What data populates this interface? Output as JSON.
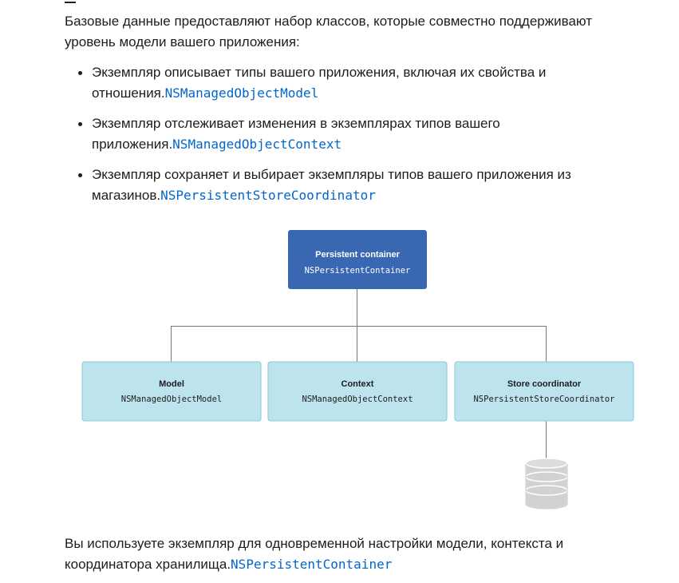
{
  "intro": "Базовые данные предоставляют набор классов, которые совместно поддерживают уровень модели вашего приложения:",
  "bullets": [
    {
      "text": "Экземпляр описывает типы вашего приложения, включая их свойства и отношения.",
      "code": "NSManagedObjectModel"
    },
    {
      "text": "Экземпляр отслеживает изменения в экземплярах типов вашего приложения.",
      "code": "NSManagedObjectContext"
    },
    {
      "text": "Экземпляр сохраняет и выбирает экземпляры типов вашего приложения из магазинов.",
      "code": "NSPersistentStoreCoordinator"
    }
  ],
  "diagram": {
    "root": {
      "title": "Persistent container",
      "code": "NSPersistentContainer",
      "color": "#3a67b2"
    },
    "children": [
      {
        "title": "Model",
        "code": "NSManagedObjectModel"
      },
      {
        "title": "Context",
        "code": "NSManagedObjectContext"
      },
      {
        "title": "Store coordinator",
        "code": "NSPersistentStoreCoordinator"
      }
    ],
    "child_fill": "#bde3ec",
    "child_stroke": "#86c8d8",
    "connector_color": "#777777",
    "database_icon": "database-icon"
  },
  "outro": {
    "text": "Вы используете экземпляр для одновременной настройки модели, контекста и координатора хранилища.",
    "code": "NSPersistentContainer"
  },
  "colors": {
    "link": "#0066cc",
    "text": "#1d1d1f"
  }
}
